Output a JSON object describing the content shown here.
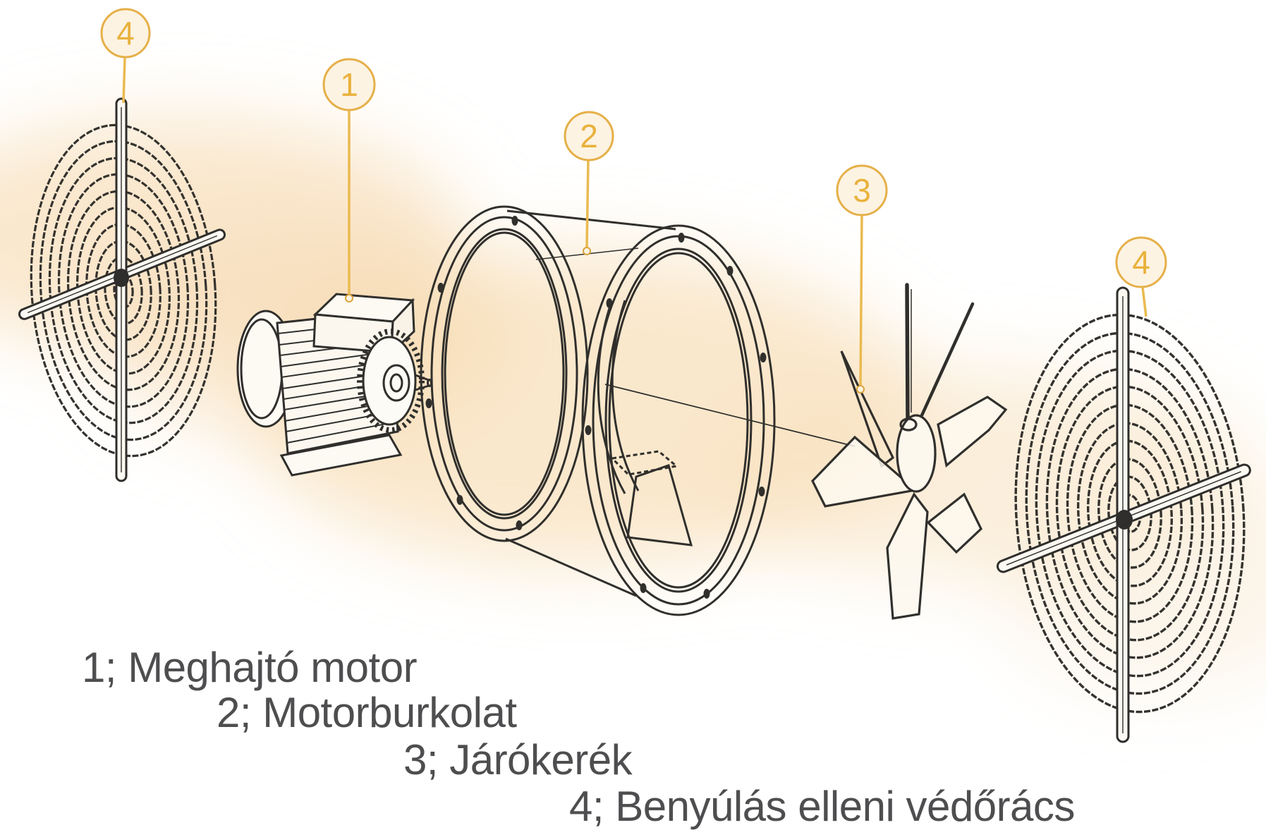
{
  "diagram": {
    "badges": [
      {
        "id": "badge-4-left",
        "number": "4"
      },
      {
        "id": "badge-1",
        "number": "1"
      },
      {
        "id": "badge-2",
        "number": "2"
      },
      {
        "id": "badge-3",
        "number": "3"
      },
      {
        "id": "badge-4-right",
        "number": "4"
      }
    ],
    "legend": [
      "1; Meghajtó motor",
      "2; Motorburkolat",
      "3; Járókerék",
      "4; Benyúlás elleni védőrács"
    ],
    "colors": {
      "accent": "#E5B049",
      "badge_fill": "#FDF3E2",
      "badge_text": "#E9B23E",
      "line": "#32302D",
      "legend_text": "#4E4E50",
      "glow": "#F6D8AB"
    }
  }
}
